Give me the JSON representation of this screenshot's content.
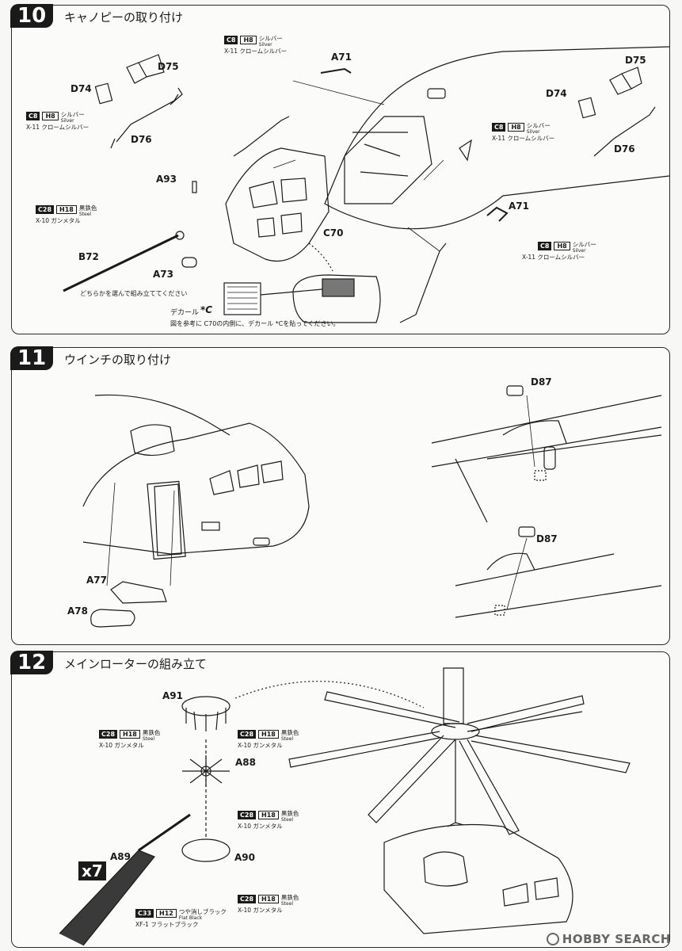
{
  "steps": [
    {
      "number": "10",
      "title": "キャノピーの取り付け",
      "labels": [
        "D75",
        "D74",
        "D76",
        "A93",
        "B72",
        "A73",
        "A71",
        "C70",
        "D75",
        "D74",
        "D76",
        "A71"
      ],
      "paints": [
        {
          "code1": "C8",
          "code2": "H8",
          "name": "シルバー",
          "name_en": "Silver",
          "sub": "X-11 クロームシルバー"
        },
        {
          "code1": "C8",
          "code2": "H8",
          "name": "シルバー",
          "name_en": "Silver",
          "sub": "X-11 クロームシルバー"
        },
        {
          "code1": "C28",
          "code2": "H18",
          "name": "黒鉄色",
          "name_en": "Steel",
          "sub": "X-10 ガンメタル"
        },
        {
          "code1": "C8",
          "code2": "H8",
          "name": "シルバー",
          "name_en": "Silver",
          "sub": "X-11 クロームシルバー"
        },
        {
          "code1": "C8",
          "code2": "H8",
          "name": "シルバー",
          "name_en": "Silver",
          "sub": "X-11 クロームシルバー"
        }
      ],
      "notes": {
        "choose": "どちらかを選んで組み立ててください",
        "decal": "デカール",
        "decal_mark": "*C",
        "decal_instr": "図を参考に C70の内側に、デカール *Cを貼ってください。"
      }
    },
    {
      "number": "11",
      "title": "ウインチの取り付け",
      "labels": [
        "A77",
        "A78",
        "D87",
        "D87"
      ]
    },
    {
      "number": "12",
      "title": "メインローターの組み立て",
      "labels": [
        "A91",
        "A88",
        "A90",
        "A89"
      ],
      "multiplier": "x7",
      "paints": [
        {
          "code1": "C28",
          "code2": "H18",
          "name": "黒鉄色",
          "name_en": "Steel",
          "sub": "X-10 ガンメタル"
        },
        {
          "code1": "C28",
          "code2": "H18",
          "name": "黒鉄色",
          "name_en": "Steel",
          "sub": "X-10 ガンメタル"
        },
        {
          "code1": "C28",
          "code2": "H18",
          "name": "黒鉄色",
          "name_en": "Steel",
          "sub": "X-10 ガンメタル"
        },
        {
          "code1": "C28",
          "code2": "H18",
          "name": "黒鉄色",
          "name_en": "Steel",
          "sub": "X-10 ガンメタル"
        },
        {
          "code1": "C33",
          "code2": "H12",
          "name": "つや消しブラック",
          "name_en": "Flat Black",
          "sub": "XF-1 フラットブラック"
        }
      ]
    }
  ],
  "watermark": "HOBBY SEARCH"
}
